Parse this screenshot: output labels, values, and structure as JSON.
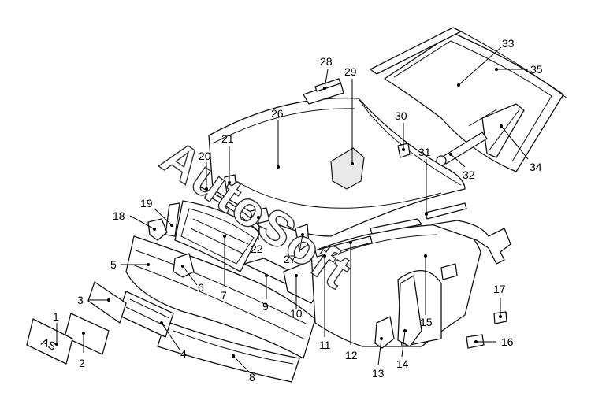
{
  "watermark": "AutoSoft",
  "callouts": [
    {
      "id": "1",
      "label": "1"
    },
    {
      "id": "2",
      "label": "2"
    },
    {
      "id": "3",
      "label": "3"
    },
    {
      "id": "4",
      "label": "4"
    },
    {
      "id": "5",
      "label": "5"
    },
    {
      "id": "6",
      "label": "6"
    },
    {
      "id": "7",
      "label": "7"
    },
    {
      "id": "8",
      "label": "8"
    },
    {
      "id": "9",
      "label": "9"
    },
    {
      "id": "10",
      "label": "10"
    },
    {
      "id": "11",
      "label": "11"
    },
    {
      "id": "12",
      "label": "12"
    },
    {
      "id": "13",
      "label": "13"
    },
    {
      "id": "14",
      "label": "14"
    },
    {
      "id": "15",
      "label": "15"
    },
    {
      "id": "16",
      "label": "16"
    },
    {
      "id": "17",
      "label": "17"
    },
    {
      "id": "18",
      "label": "18"
    },
    {
      "id": "19",
      "label": "19"
    },
    {
      "id": "20",
      "label": "20"
    },
    {
      "id": "21",
      "label": "21"
    },
    {
      "id": "22",
      "label": "22"
    },
    {
      "id": "26",
      "label": "26"
    },
    {
      "id": "27",
      "label": "27"
    },
    {
      "id": "28",
      "label": "28"
    },
    {
      "id": "29",
      "label": "29"
    },
    {
      "id": "30",
      "label": "30"
    },
    {
      "id": "31",
      "label": "31"
    },
    {
      "id": "32",
      "label": "32"
    },
    {
      "id": "33",
      "label": "33"
    },
    {
      "id": "34",
      "label": "34"
    },
    {
      "id": "35",
      "label": "35"
    }
  ],
  "plate_text": "AS"
}
